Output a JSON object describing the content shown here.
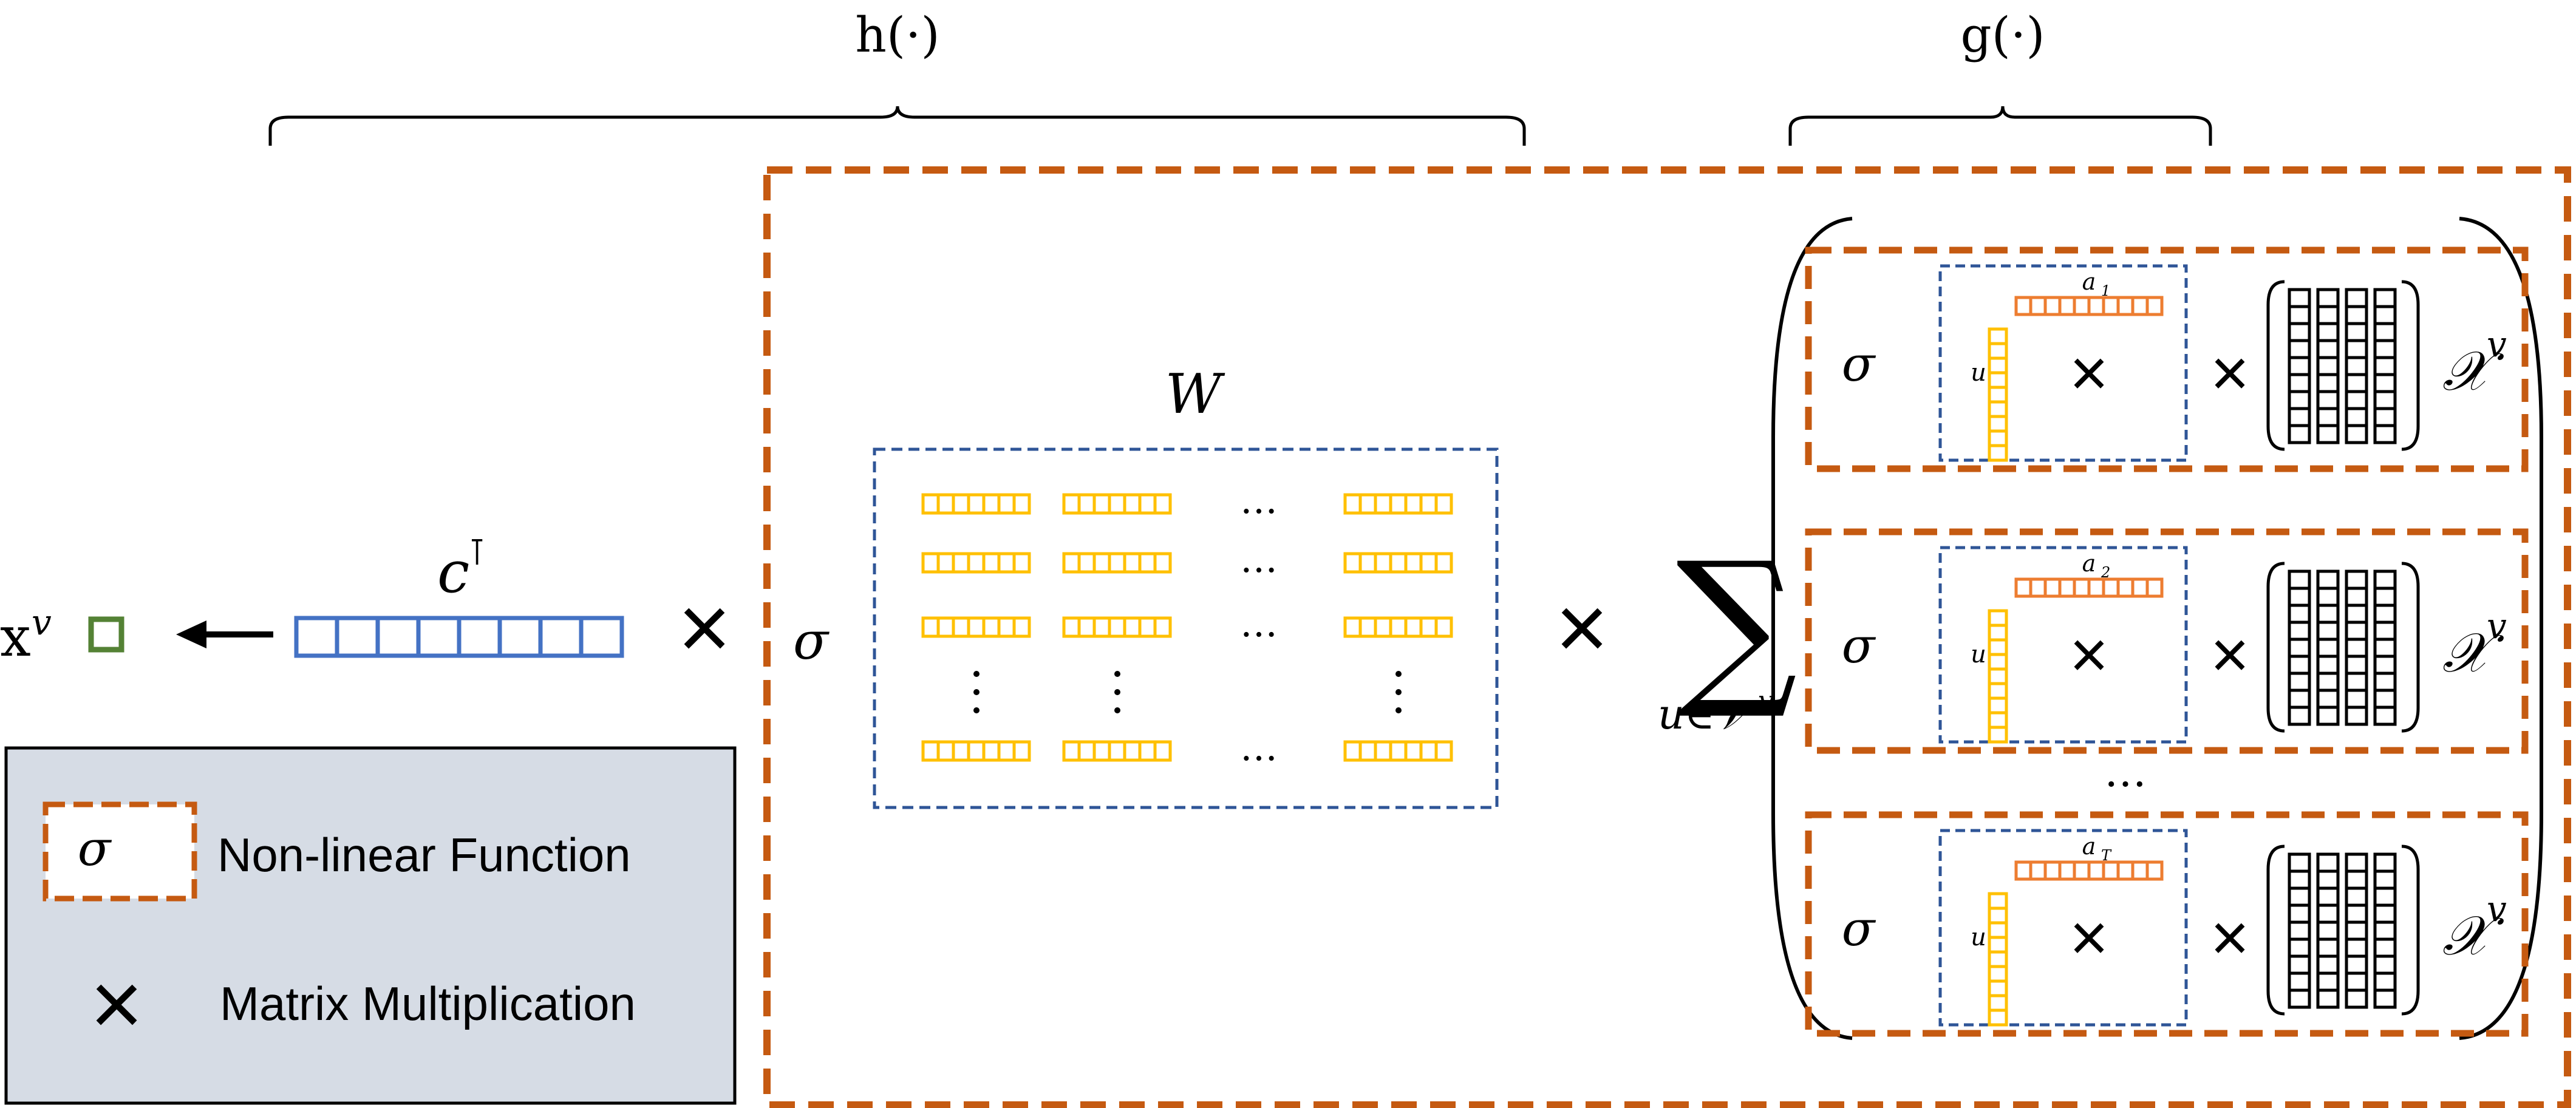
{
  "colors": {
    "orange": "#C55A11",
    "orange_light": "#ED7D31",
    "blue": "#4472C4",
    "blue_dark": "#2F5597",
    "yellow": "#FFC000",
    "green": "#548235",
    "black": "#000000",
    "legend_bg": "#D6DCE5"
  },
  "braces": {
    "h_label": "h(·)",
    "g_label": "g(·)"
  },
  "output": {
    "x_label": "x",
    "x_superscript": "v",
    "c_label": "c",
    "c_superscript": "⊺"
  },
  "main": {
    "sigma": "σ",
    "times": "×",
    "W_label": "W",
    "ellipsis": "…",
    "sum_symbol": "∑",
    "sum_subscript": "u∈𝒱"
  },
  "terms": [
    {
      "sigma": "σ",
      "a_label": "a",
      "a_sub": "1",
      "u_label": "u",
      "X_label": "𝒳",
      "X_superscript": "v"
    },
    {
      "sigma": "σ",
      "a_label": "a",
      "a_sub": "2",
      "u_label": "u",
      "X_label": "𝒳",
      "X_superscript": "v"
    },
    {
      "sigma": "σ",
      "a_label": "a",
      "a_sub": "T",
      "u_label": "u",
      "X_label": "𝒳",
      "X_superscript": "v"
    }
  ],
  "terms_ellipsis": "…",
  "legend": {
    "items": [
      {
        "symbol": "σ",
        "label": "Non-linear Function"
      },
      {
        "symbol": "×",
        "label": "Matrix Multiplication"
      }
    ]
  }
}
